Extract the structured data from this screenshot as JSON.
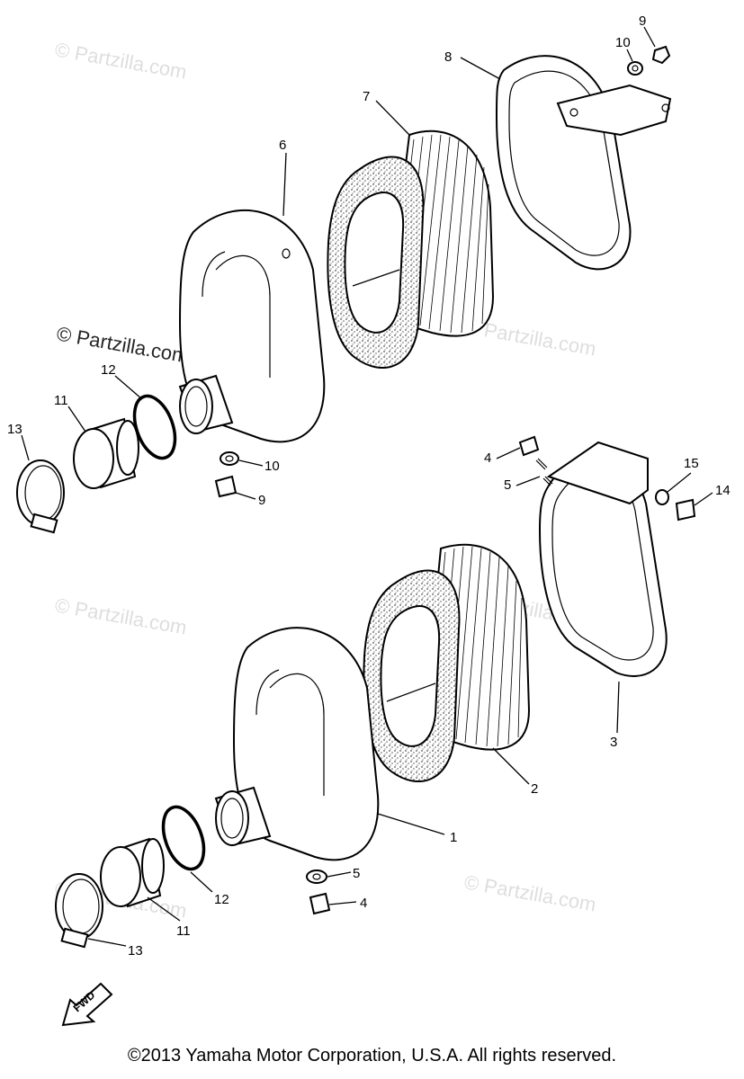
{
  "watermarks": [
    "© Partzilla.com",
    "© Partzilla.com",
    "© Partzilla.com",
    "© Partzilla.com",
    "© Partzilla.com",
    "© Partzilla.com",
    "© Partzilla.com"
  ],
  "callouts": {
    "upper": {
      "c9_top": "9",
      "c10_top": "10",
      "c8": "8",
      "c7": "7",
      "c6": "6",
      "c12": "12",
      "c11": "11",
      "c13": "13",
      "c10": "10",
      "c9": "9"
    },
    "lower": {
      "c4_top": "4",
      "c5_top": "5",
      "c15": "15",
      "c14": "14",
      "c3": "3",
      "c2": "2",
      "c1": "1",
      "c5": "5",
      "c4": "4",
      "c12": "12",
      "c11": "11",
      "c13": "13"
    }
  },
  "direction_arrow": "FWD",
  "copyright": "©2013 Yamaha Motor Corporation, U.S.A. All rights reserved."
}
